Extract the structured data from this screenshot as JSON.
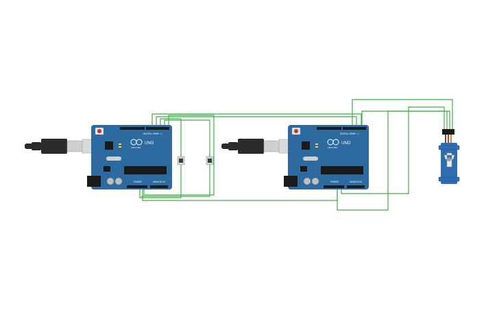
{
  "boards": [
    {
      "model_label": "UNO",
      "brand_label": "ARDUINO",
      "digital_label": "DIGITAL (PWM ~)",
      "power_label": "POWER",
      "analog_label": "ANALOG IN"
    },
    {
      "model_label": "UNO",
      "brand_label": "ARDUINO",
      "digital_label": "DIGITAL (PWM ~)",
      "power_label": "POWER",
      "analog_label": "ANALOG IN"
    }
  ],
  "colors": {
    "board": "#2c6aa0",
    "board_dark": "#1d4f7c",
    "wire": "#3cb043",
    "chip": "#1a1a1a",
    "usb_metal": "#c8c8c8",
    "cable": "#2b2b2b",
    "servo": "#2f6db3",
    "servo_horn": "#e8e8e8",
    "button": "#3a3a3a"
  },
  "components": {
    "pushbutton_count": 2,
    "servo_count": 1,
    "usb_cable_count": 2
  }
}
